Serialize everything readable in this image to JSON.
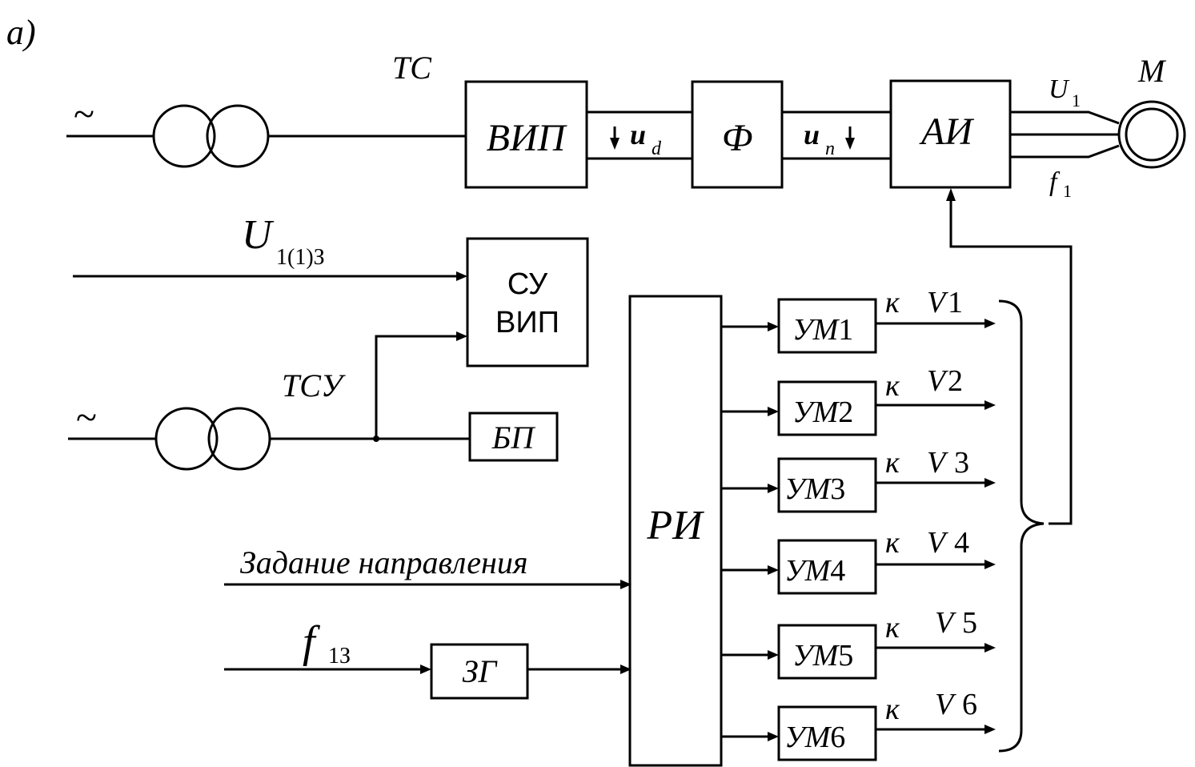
{
  "panel_label": "a)",
  "ac_symbol": "~",
  "transformers": {
    "power": {
      "label": "TC"
    },
    "control": {
      "label": "TCУ"
    }
  },
  "blocks": {
    "vip": "ВИП",
    "filter": "Ф",
    "inverter": "АИ",
    "su_vip_line1": "СУ",
    "su_vip_line2": "ВИП",
    "bp": "БП",
    "ri": "РИ",
    "zg": "ЗГ",
    "um": [
      {
        "label": "УМ",
        "num": "1",
        "out_k": "к",
        "out_v": "V",
        "out_num": "1"
      },
      {
        "label": "УМ",
        "num": "2",
        "out_k": "к",
        "out_v": "V",
        "out_num": "2"
      },
      {
        "label": "УМ",
        "num": "3",
        "out_k": "к",
        "out_v": "V",
        "out_num": "3"
      },
      {
        "label": "УМ",
        "num": "4",
        "out_k": "к",
        "out_v": "V",
        "out_num": "4"
      },
      {
        "label": "УМ",
        "num": "5",
        "out_k": "к",
        "out_v": "V",
        "out_num": "5"
      },
      {
        "label": "УМ",
        "num": "6",
        "out_k": "к",
        "out_v": "V",
        "out_num": "6"
      }
    ]
  },
  "motor": {
    "label": "M"
  },
  "signals": {
    "ud_main": "u",
    "ud_sub": "d",
    "un_main": "u",
    "un_sub": "n",
    "U1_main": "U",
    "U1_sub": "1",
    "f1_main": "f",
    "f1_sub": "1",
    "U1z_main": "U",
    "U1z_sub": "1(1)З",
    "f1z_main": "f",
    "f1z_sub": "1З",
    "direction": "Задание  направления"
  }
}
